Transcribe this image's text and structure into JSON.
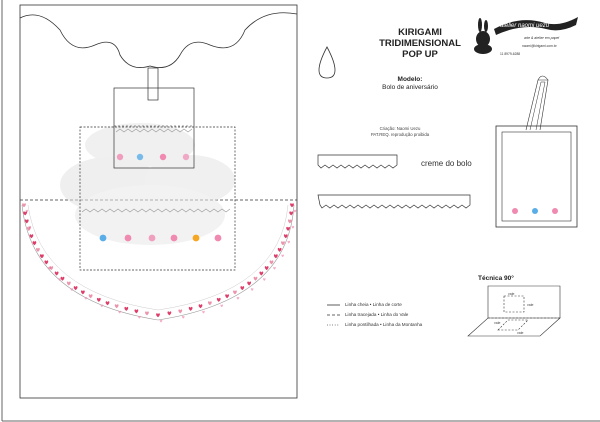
{
  "document": {
    "title_lines": [
      "KIRIGAMI",
      "TRIDIMENSIONAL",
      "POP UP"
    ],
    "model_label": [
      "Modelo:",
      "Bolo de aniversário"
    ],
    "credits": [
      "Criação: Naomi Uezu",
      "PAT.REQ. reprodução proibida"
    ],
    "cream_label": "creme do bolo",
    "technique_label": "Técnica 90°",
    "legend": [
      {
        "style": "solid",
        "text": "Linha cheia • Linha de corte"
      },
      {
        "style": "dashed",
        "text": "Linha tracejada • Linha do Vale"
      },
      {
        "style": "dotted",
        "text": "Linha pontilhada • Linha da Montanha"
      }
    ],
    "brand": {
      "name": "atelier naomi uezu",
      "tagline": "arte & atelier em papel",
      "email": "naomi@kirigami.com.br",
      "phone": "11 8979-6288"
    },
    "diagram_labels": [
      "vale",
      "vale",
      "vale",
      "vale"
    ]
  },
  "colors": {
    "line": "#333333",
    "hearts": "#d9295a",
    "dot_pink": "#f08ab0",
    "dot_blue": "#5aaee8",
    "dot_orange": "#f5a623"
  }
}
